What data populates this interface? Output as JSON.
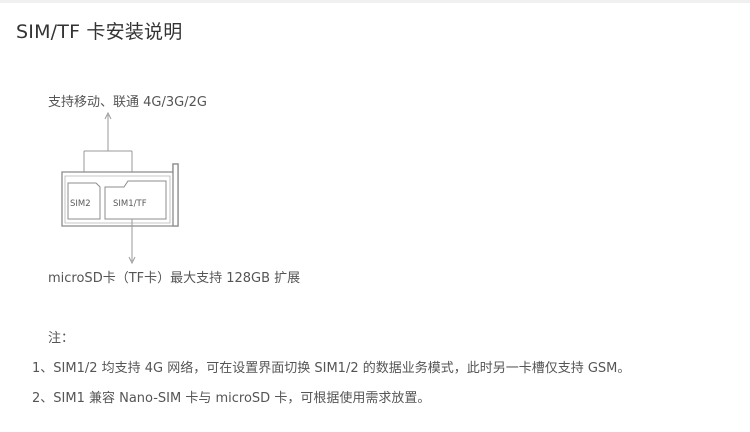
{
  "page": {
    "title": "SIM/TF 卡安装说明"
  },
  "diagram": {
    "top_caption": "支持移动、联通 4G/3G/2G",
    "slot_left_label": "SIM2",
    "slot_right_label": "SIM1/TF",
    "bottom_caption": "microSD卡（TF卡）最大支持 128GB 扩展"
  },
  "notes": {
    "heading": "注：",
    "items": [
      "1、SIM1/2 均支持 4G 网络，可在设置界面切换 SIM1/2 的数据业务模式，此时另一卡槽仅支持 GSM。",
      "2、SIM1 兼容 Nano-SIM 卡与 microSD 卡，可根据使用需求放置。"
    ]
  },
  "colors": {
    "text": "#555555",
    "title": "#333333",
    "line": "#9a9a9a"
  }
}
